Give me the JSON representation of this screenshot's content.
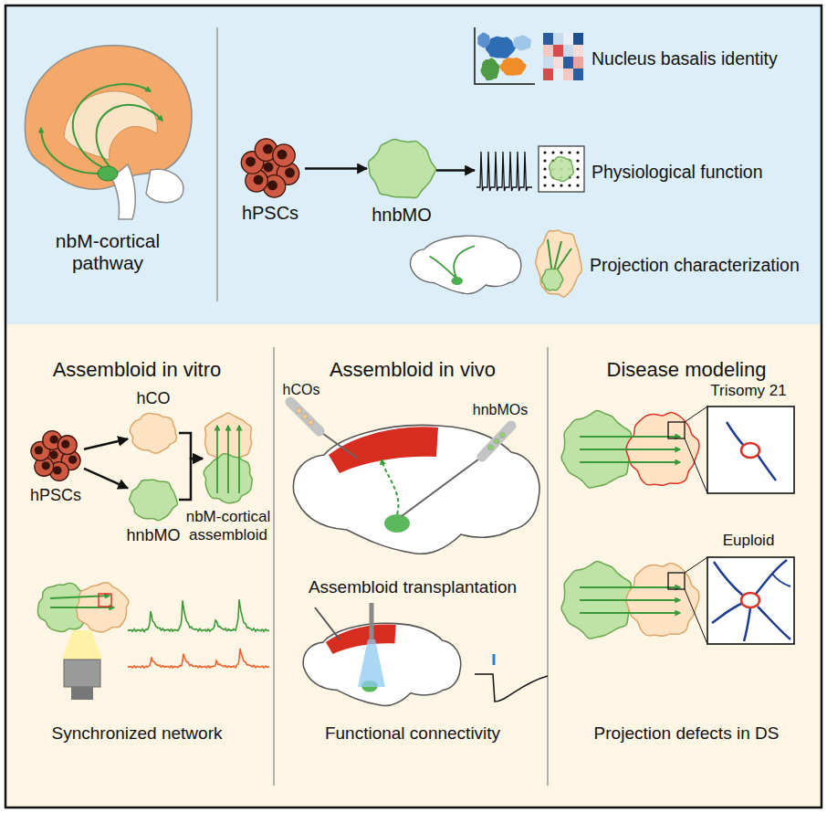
{
  "diagram": {
    "nodes": [
      {
        "text": [
          "hPSCs"
        ]
      },
      {
        "text": [
          "hnbMO"
        ]
      },
      {
        "text": [
          "Nucleus basalis identity"
        ]
      },
      {
        "text": [
          "Physiological function"
        ]
      },
      {
        "text": [
          "Projection characterization"
        ]
      },
      {
        "text": [
          "hPSCs"
        ]
      },
      {
        "text": [
          "hCO"
        ]
      },
      {
        "text": [
          "hnbMO"
        ]
      },
      {
        "text": [
          "nbM-cortical assembloid"
        ]
      }
    ],
    "edges": [
      {
        "from": 0,
        "to": 1,
        "arrow": "to"
      },
      {
        "from": 1,
        "to": 3,
        "arrow": "to"
      },
      {
        "from": 5,
        "to": 6,
        "arrow": "to"
      },
      {
        "from": 5,
        "to": 7,
        "arrow": "to"
      },
      {
        "from": 6,
        "to": 8,
        "arrow": "to"
      },
      {
        "from": 7,
        "to": 8,
        "arrow": "to"
      }
    ],
    "labels": [
      "nbM-cortical pathway",
      "Assembloid in vitro",
      "Synchronized network",
      "Assembloid in vivo",
      "hCOs",
      "hnbMOs",
      "Assembloid transplantation",
      "Functional connectivity",
      "Disease modeling",
      "Trisomy 21",
      "Euploid",
      "Projection defects in DS"
    ]
  }
}
